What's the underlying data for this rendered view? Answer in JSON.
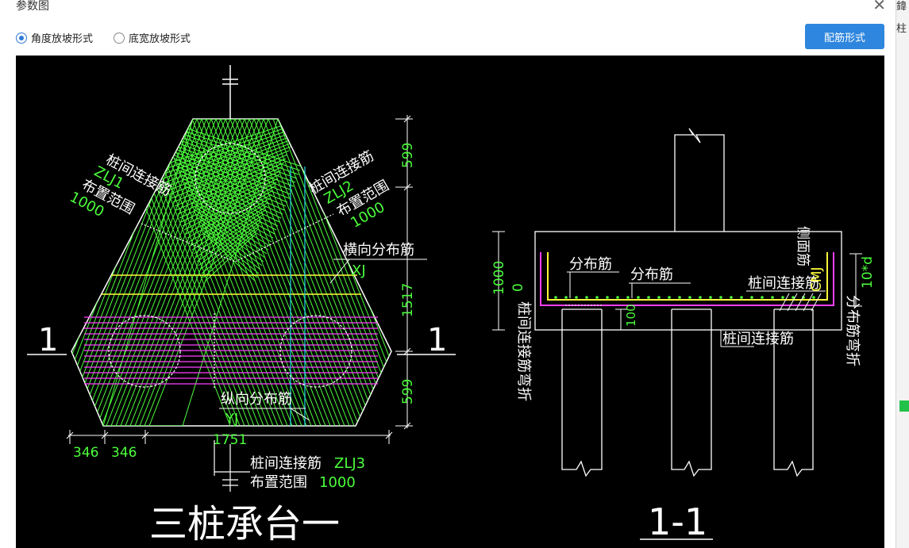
{
  "window": {
    "title": "参数图",
    "close_glyph": "✕"
  },
  "options": {
    "radio_angle": "角度放坡形式",
    "radio_width": "底宽放坡形式",
    "config_button": "配筋形式"
  },
  "right_edge": {
    "text1": "鍏",
    "text2": "柱"
  },
  "plan": {
    "section_mark": "1",
    "zlj1_title": "桩间连接筋",
    "zlj1_code": "ZLJ1",
    "zlj1_range": "布置范围",
    "zlj1_value": "1000",
    "zlj2_title": "桩间连接筋",
    "zlj2_code": "ZLJ2",
    "zlj2_range": "布置范围",
    "zlj2_value": "1000",
    "xj_title": "横向分布筋",
    "xj_code": "XJ",
    "yj_title": "纵向分布筋",
    "yj_code": "YJ",
    "zlj3_title": "桩间连接筋",
    "zlj3_code": "ZLJ3",
    "zlj3_range": "布置范围",
    "zlj3_value": "1000",
    "dim_top": "599",
    "dim_mid": "1517",
    "dim_bottom": "599",
    "dim_width": "1751",
    "dim_left1": "346",
    "dim_left2": "346",
    "caption": "三桩承台一"
  },
  "section": {
    "height_dim": "1000",
    "zero_label": "0",
    "cover_dim": "100",
    "distrib1": "分布筋",
    "distrib2": "分布筋",
    "side_bar": "侧面筋",
    "side_code": "CMJ",
    "conn_top": "桩间连接筋",
    "conn_bottom": "桩间连接筋",
    "left_vert": "桩间连接筋弯折",
    "right_vert": "分布筋弯折",
    "right_dim": "10*d",
    "caption": "1-1"
  },
  "colors": {
    "green": "#4cff3c",
    "white": "#ffffff",
    "magenta": "#ff40ff",
    "yellow": "#ffff3a",
    "cyan": "#20d8e8",
    "accent": "#2e86de"
  }
}
